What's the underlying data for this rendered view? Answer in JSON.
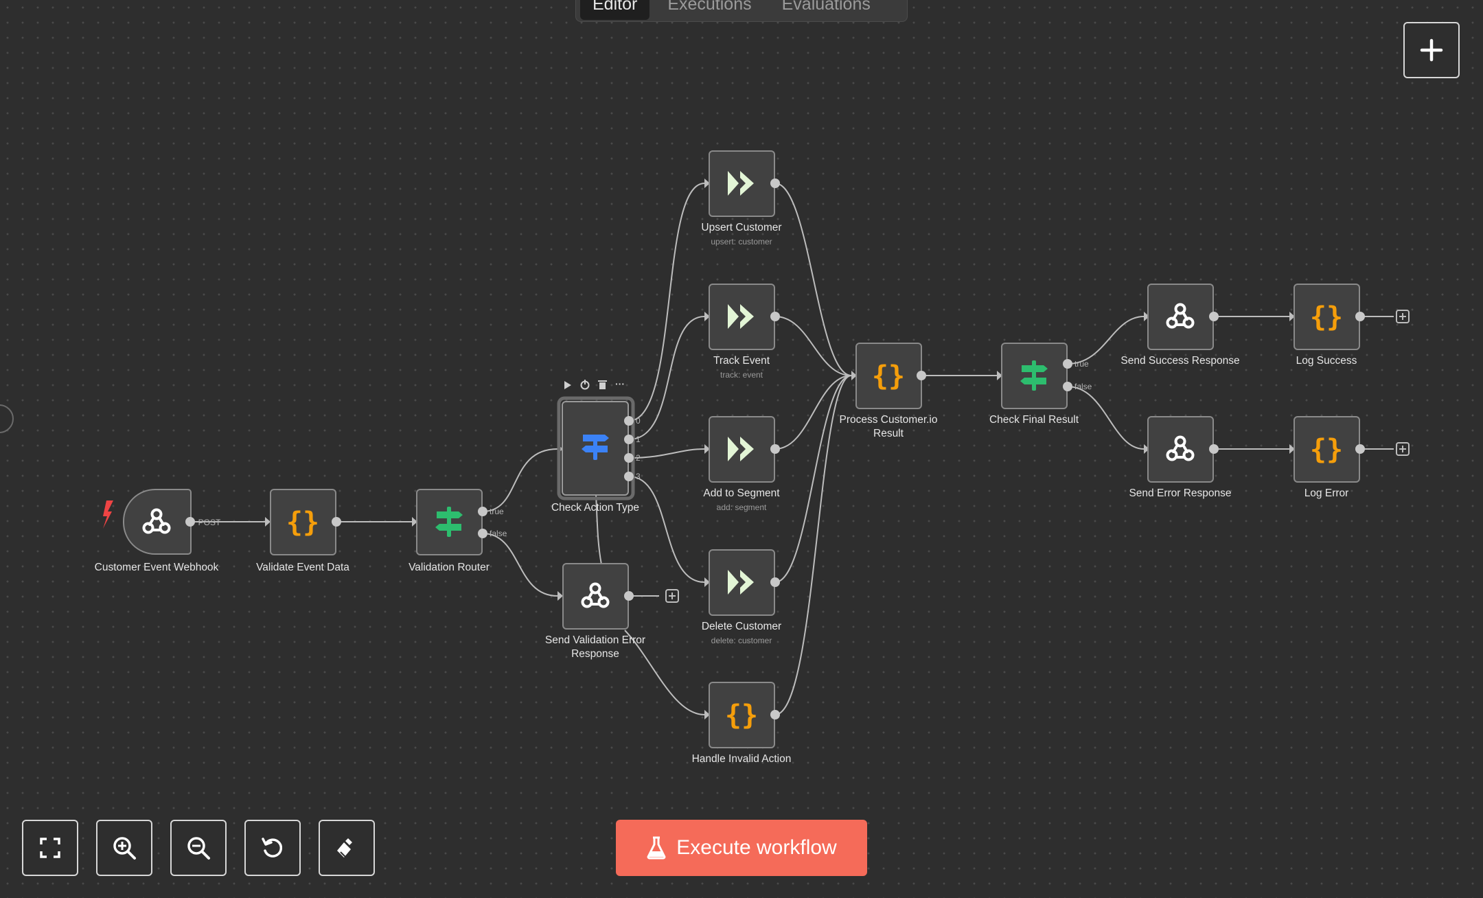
{
  "header": {
    "tabs": [
      {
        "label": "Editor",
        "active": true
      },
      {
        "label": "Executions",
        "active": false
      },
      {
        "label": "Evaluations",
        "active": false
      }
    ]
  },
  "colors": {
    "accent": "#f56b59",
    "code_orange": "#f59e0b",
    "if_green": "#2dbd6e",
    "switch_blue": "#3b82f6",
    "cio_green": "#e3f5d6"
  },
  "nodes": [
    {
      "id": "webhook",
      "label": "Customer Event Webhook",
      "icon": "webhook-icon",
      "trigger": true
    },
    {
      "id": "validate",
      "label": "Validate Event Data",
      "icon": "code-icon"
    },
    {
      "id": "router",
      "label": "Validation Router",
      "icon": "if-icon",
      "outputs": [
        "true",
        "false"
      ]
    },
    {
      "id": "checkaction",
      "label": "Check Action Type",
      "icon": "switch-icon",
      "outputs": [
        "0",
        "1",
        "2",
        "3"
      ],
      "selected": true
    },
    {
      "id": "senderr",
      "label": "Send Validation Error Response",
      "icon": "webhook-icon"
    },
    {
      "id": "upsert",
      "label": "Upsert Customer",
      "subtitle": "upsert: customer",
      "icon": "customerio-icon"
    },
    {
      "id": "track",
      "label": "Track Event",
      "subtitle": "track: event",
      "icon": "customerio-icon"
    },
    {
      "id": "segment",
      "label": "Add to Segment",
      "subtitle": "add: segment",
      "icon": "customerio-icon"
    },
    {
      "id": "delete",
      "label": "Delete Customer",
      "subtitle": "delete: customer",
      "icon": "customerio-icon"
    },
    {
      "id": "invalid",
      "label": "Handle Invalid Action",
      "icon": "code-icon"
    },
    {
      "id": "process",
      "label": "Process Customer.io Result",
      "icon": "code-icon"
    },
    {
      "id": "checkfinal",
      "label": "Check Final Result",
      "icon": "if-icon",
      "outputs": [
        "true",
        "false"
      ]
    },
    {
      "id": "sendsuccess",
      "label": "Send Success Response",
      "icon": "webhook-icon"
    },
    {
      "id": "sendererr",
      "label": "Send Error Response",
      "icon": "webhook-icon"
    },
    {
      "id": "logsuccess",
      "label": "Log Success",
      "icon": "code-icon"
    },
    {
      "id": "logerror",
      "label": "Log Error",
      "icon": "code-icon"
    }
  ],
  "connection_labels": {
    "webhook_method": "POST"
  },
  "controls": [
    "fit-view-button",
    "zoom-in-button",
    "zoom-out-button",
    "reset-zoom-button",
    "tidy-up-button"
  ],
  "execute": {
    "label": "Execute workflow"
  }
}
